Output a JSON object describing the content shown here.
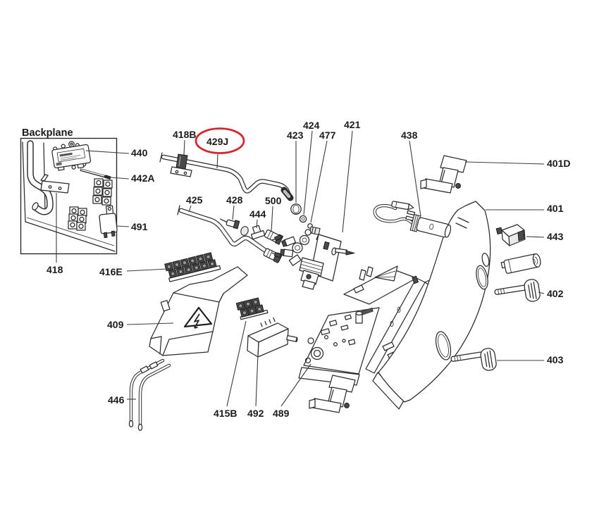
{
  "diagram": {
    "kind": "exploded-parts-diagram",
    "section_title": "Backplane",
    "highlighted_part": "429J",
    "highlight_color": "#d8232a",
    "line_color": "#2b2b2b",
    "background": "#ffffff"
  },
  "labels": {
    "backplane": "Backplane",
    "p440": "440",
    "p442A": "442A",
    "p491": "491",
    "p418": "418",
    "p418B": "418B",
    "p429J": "429J",
    "p425": "425",
    "p428": "428",
    "p444": "444",
    "p500": "500",
    "p423": "423",
    "p424": "424",
    "p477": "477",
    "p421": "421",
    "p438": "438",
    "p401D": "401D",
    "p401": "401",
    "p443": "443",
    "p402": "402",
    "p403": "403",
    "p416E": "416E",
    "p409": "409",
    "p446": "446",
    "p415B": "415B",
    "p492": "492",
    "p489": "489"
  }
}
